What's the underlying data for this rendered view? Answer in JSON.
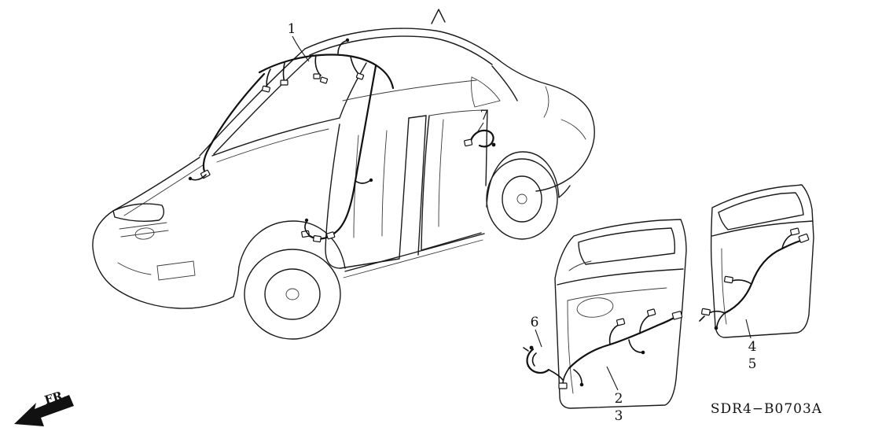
{
  "diagram": {
    "type": "parts-diagram",
    "part_code": "SDR4−B0703A",
    "direction_label": "FR.",
    "ink_color": "#1a1a1a",
    "background_color": "#ffffff",
    "callouts": [
      {
        "id": "1"
      },
      {
        "id": "7"
      },
      {
        "id": "6"
      },
      {
        "id": "2"
      },
      {
        "id": "3"
      },
      {
        "id": "4"
      },
      {
        "id": "5"
      }
    ]
  }
}
